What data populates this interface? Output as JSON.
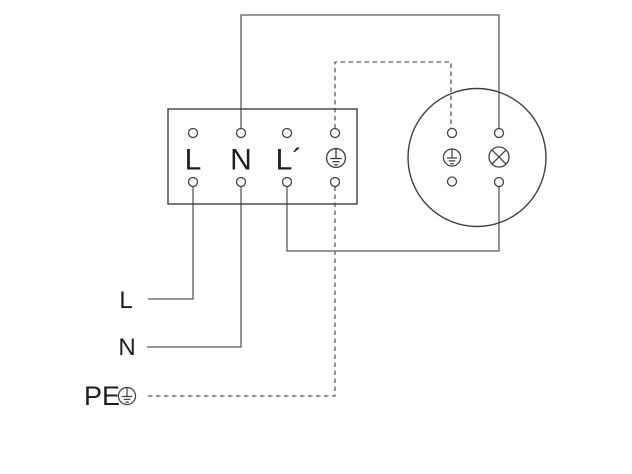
{
  "diagram_type": "electrical-wiring-diagram",
  "colors": {
    "wire": "#5a5a5a",
    "symbol": "#404040",
    "text": "#1e1e1e",
    "background": "#ffffff"
  },
  "terminal_block": {
    "labels": {
      "terminal1": "L",
      "terminal2": "N",
      "terminal3": "L´"
    },
    "terminal4_icon": "earth-icon"
  },
  "luminaire_outlet": {
    "icons": [
      "earth-icon",
      "lamp-icon"
    ]
  },
  "supply": {
    "line": "L",
    "neutral": "N",
    "earth": "PE",
    "earth_icon": "earth-icon"
  },
  "wire_styles": {
    "live_neutral_switched": "solid",
    "protective_earth": "dashed"
  }
}
